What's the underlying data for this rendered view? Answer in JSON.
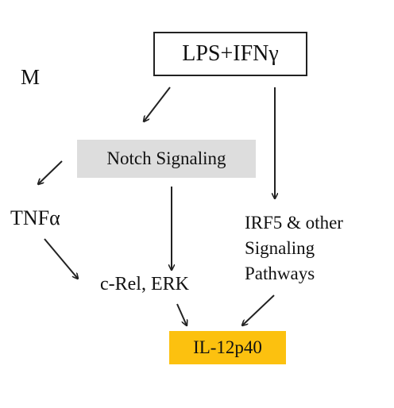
{
  "diagram": {
    "panel_letter": "M",
    "nodes": {
      "lps": "LPS+IFNγ",
      "notch": "Notch Signaling",
      "tnf": "TNFα",
      "crel": "c-Rel, ERK",
      "irf_lines": [
        "IRF5 & other",
        "Signaling",
        "Pathways"
      ],
      "il12": "IL-12p40"
    },
    "edges": [
      {
        "from": "LPS+IFNγ",
        "to": "Notch Signaling"
      },
      {
        "from": "LPS+IFNγ",
        "to": "IRF5 & other Signaling Pathways"
      },
      {
        "from": "Notch Signaling",
        "to": "TNFα"
      },
      {
        "from": "Notch Signaling",
        "to": "c-Rel, ERK"
      },
      {
        "from": "TNFα",
        "to": "c-Rel, ERK"
      },
      {
        "from": "c-Rel, ERK",
        "to": "IL-12p40"
      },
      {
        "from": "IRF5 & other Signaling Pathways",
        "to": "IL-12p40"
      }
    ],
    "colors": {
      "notch_fill": "#dddddd",
      "il12_fill": "#fcc10f",
      "stroke": "#222222"
    }
  }
}
